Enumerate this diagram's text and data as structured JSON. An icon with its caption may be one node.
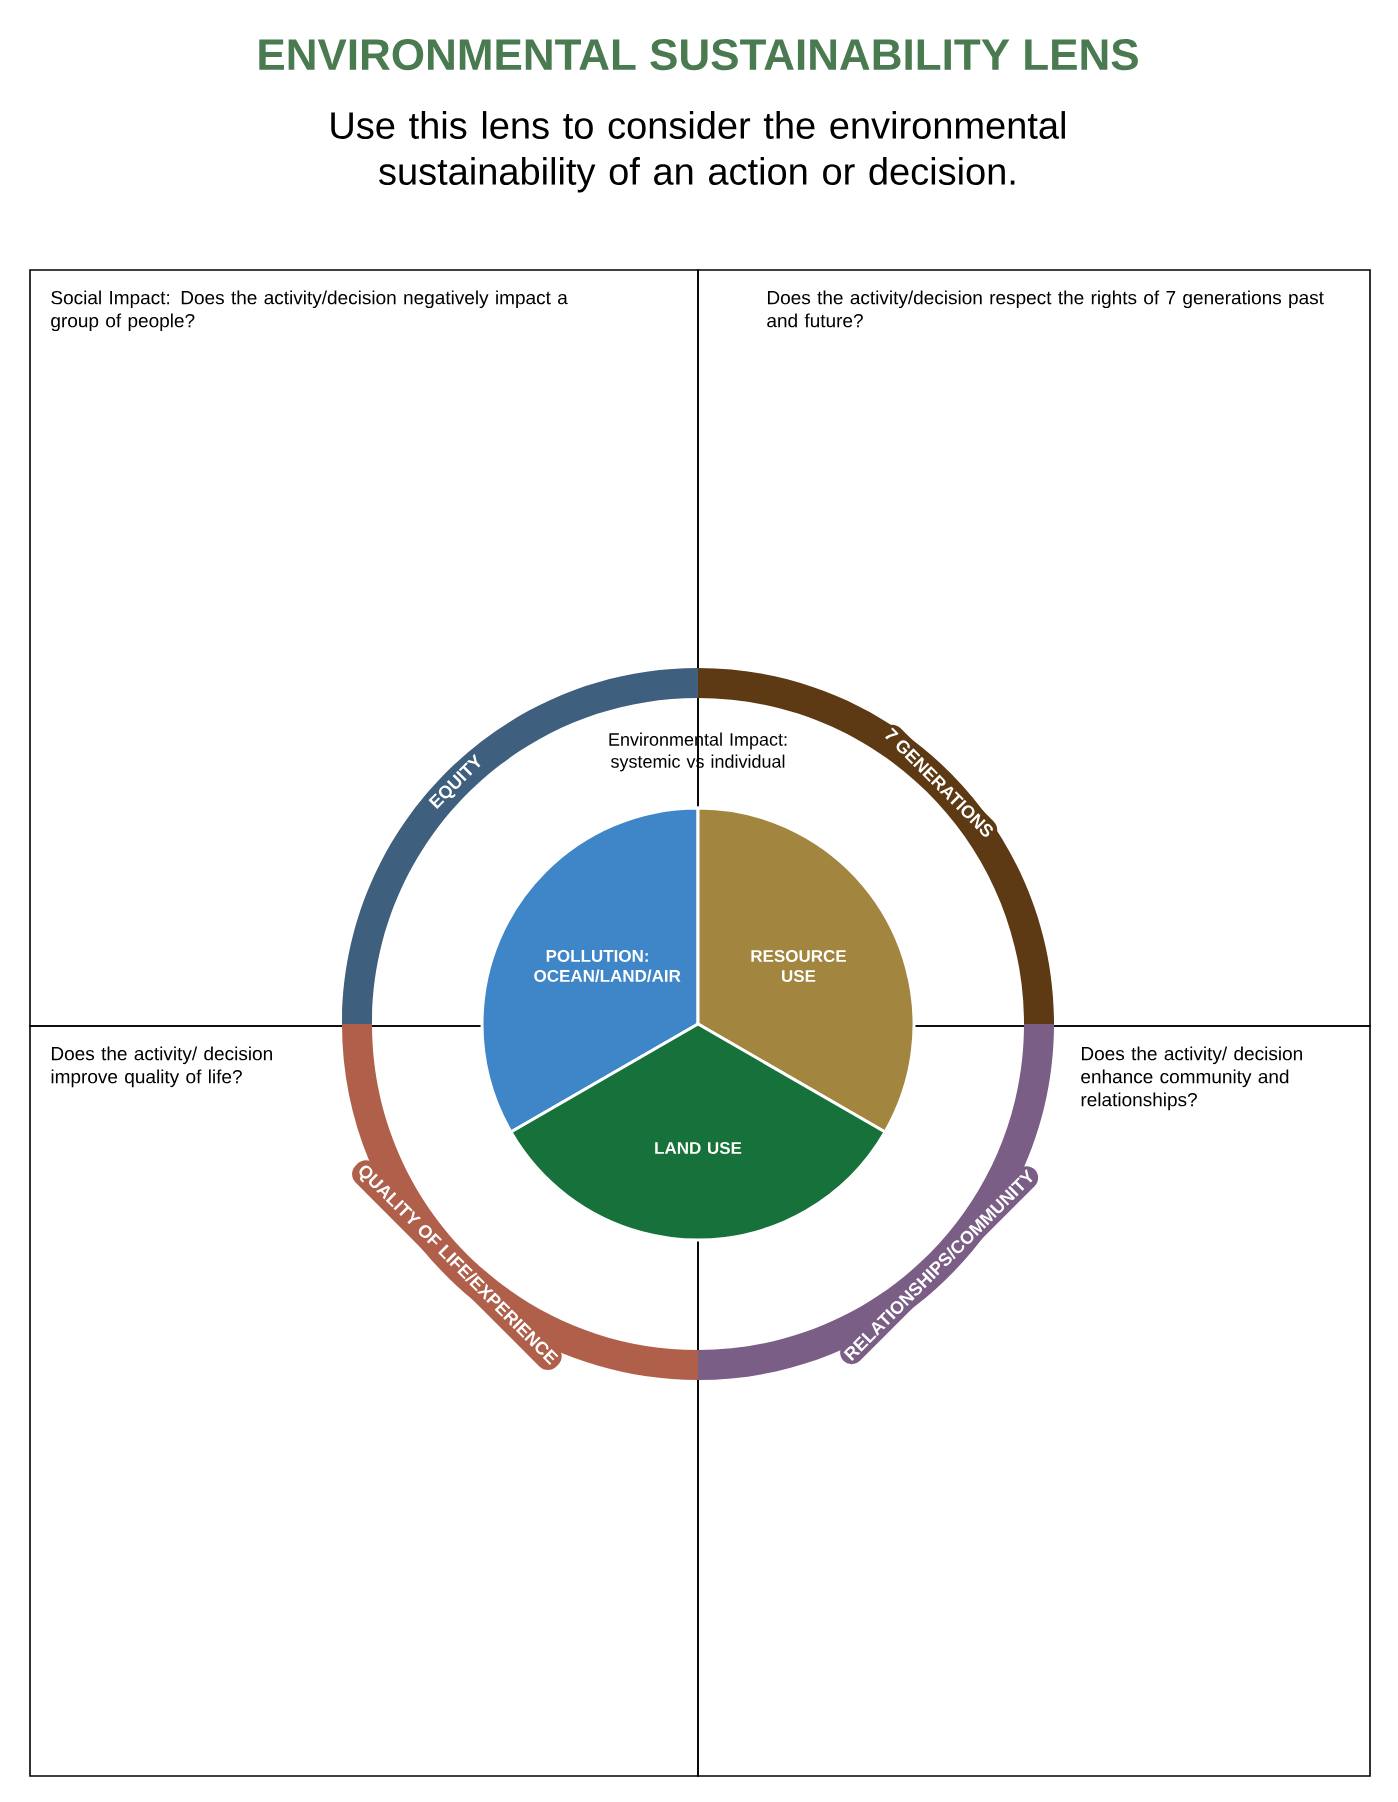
{
  "diagram": {
    "title": "ENVIRONMENTAL SUSTAINABILITY LENS",
    "nodes": [
      {
        "text": [
          "Social Impact: Does the activity/decision negatively impact a group of people?"
        ]
      },
      {
        "text": [
          "Does the activity/decision respect the rights of 7 generations past and future?"
        ]
      },
      {
        "text": [
          "Does the activity/ decision improve quality of life?"
        ]
      },
      {
        "text": [
          "Does the activity/ decision enhance community and relationships?"
        ]
      },
      {
        "text": [
          "EQUITY"
        ],
        "in": 0
      },
      {
        "text": [
          "7 GENERATIONS"
        ],
        "in": 1
      },
      {
        "text": [
          "QUALITY OF LIFE/EXPERIENCE"
        ],
        "in": 2
      },
      {
        "text": [
          "RELATIONSHIPS/COMMUNITY"
        ],
        "in": 3
      },
      {
        "text": [
          "POLLUTION: OCEAN/LAND/AIR"
        ]
      },
      {
        "text": [
          "RESOURCE USE"
        ]
      },
      {
        "text": [
          "LAND USE"
        ]
      }
    ],
    "labels": [
      "Use this lens to consider the environmental sustainability of an action or decision.",
      "Environmental Impact: systemic vs individual"
    ]
  }
}
